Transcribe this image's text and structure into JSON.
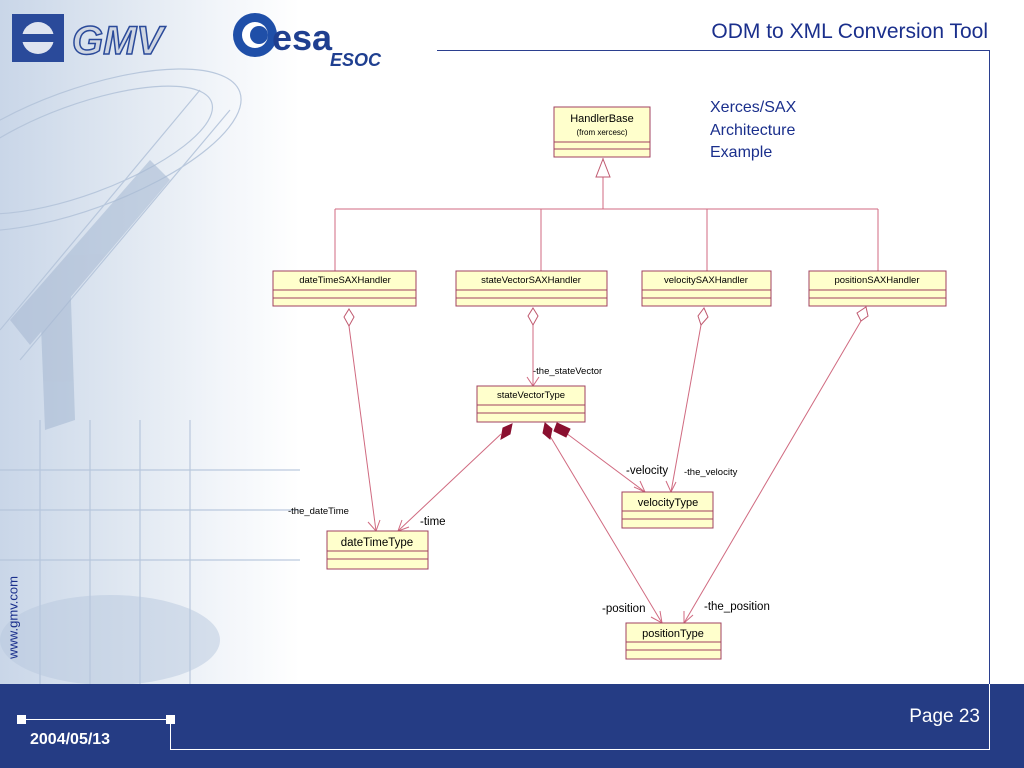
{
  "header": {
    "title": "ODM to XML Conversion Tool",
    "logo_gmv": "GMV",
    "logo_esa": "esa",
    "logo_esoc": "ESOC"
  },
  "caption": [
    "Xerces/SAX",
    "Architecture",
    "Example"
  ],
  "classes": {
    "handler_base": {
      "name": "HandlerBase",
      "stereo": "(from xercesc)"
    },
    "datetime_handler": {
      "name": "dateTimeSAXHandler"
    },
    "statevector_handler": {
      "name": "stateVectorSAXHandler"
    },
    "velocity_handler": {
      "name": "velocitySAXHandler"
    },
    "position_handler": {
      "name": "positionSAXHandler"
    },
    "statevector_type": {
      "name": "stateVectorType"
    },
    "velocity_type": {
      "name": "velocityType"
    },
    "datetime_type": {
      "name": "dateTimeType"
    },
    "position_type": {
      "name": "positionType"
    }
  },
  "roles": {
    "the_statevector": "-the_stateVector",
    "velocity": "-velocity",
    "the_velocity": "-the_velocity",
    "the_datetime": "-the_dateTime",
    "time": "-time",
    "position": "-position",
    "the_position": "-the_position"
  },
  "footer": {
    "date": "2004/05/13",
    "page": "Page 23",
    "url": "www.gmv.com"
  },
  "colors": {
    "brand_blue": "#253c84",
    "title_blue": "#1a2f8c",
    "class_fill": "#ffffcc",
    "class_border": "#a04060"
  }
}
